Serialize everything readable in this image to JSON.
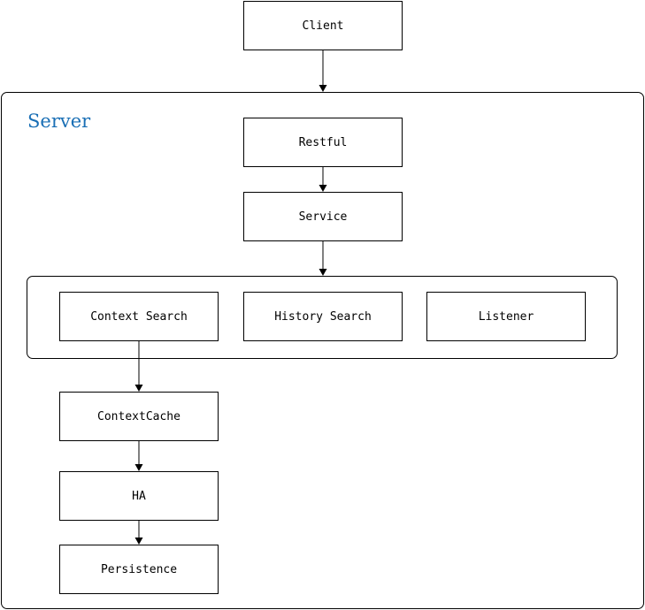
{
  "server": {
    "title": "Server"
  },
  "nodes": {
    "client": "Client",
    "restful": "Restful",
    "service": "Service",
    "context_search": "Context Search",
    "history_search": "History Search",
    "listener": "Listener",
    "context_cache": "ContextCache",
    "ha": "HA",
    "persistence": "Persistence"
  },
  "colors": {
    "title": "#1a6fb5",
    "line": "#000000"
  }
}
